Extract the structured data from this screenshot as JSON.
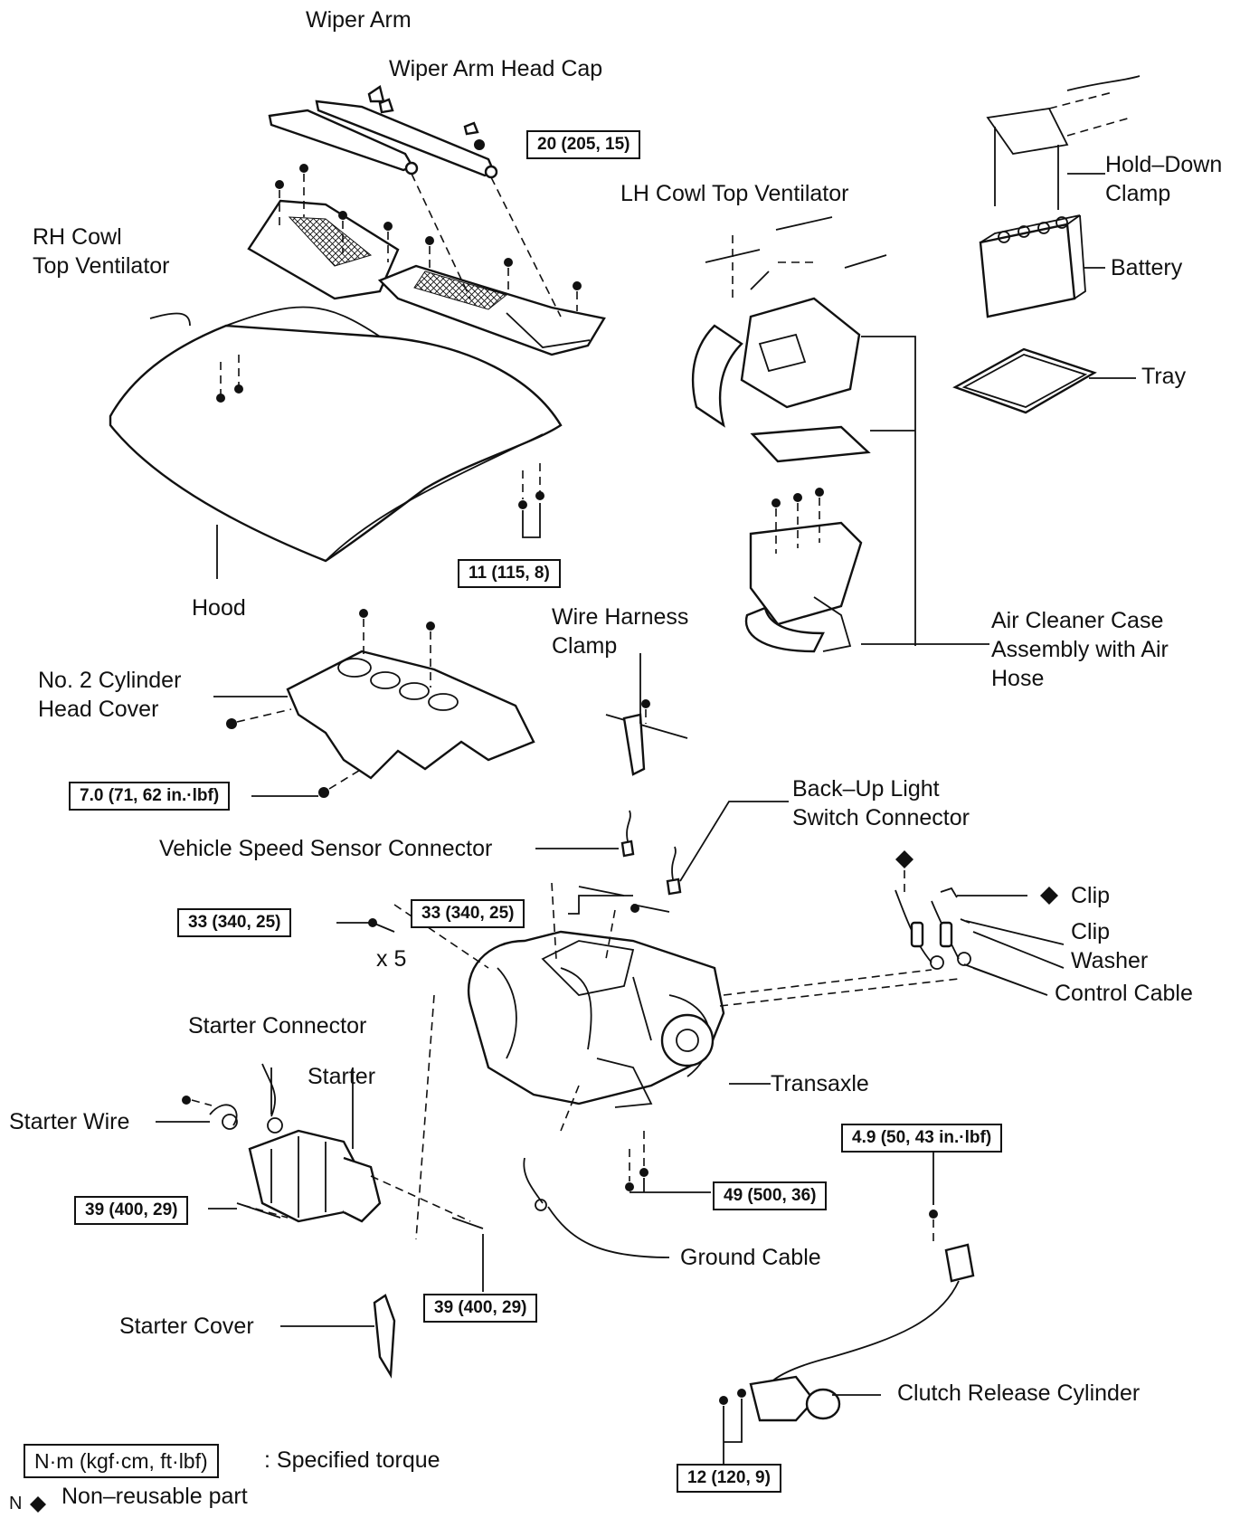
{
  "labels": {
    "wiper_arm": "Wiper Arm",
    "wiper_arm_head_cap": "Wiper Arm Head Cap",
    "lh_cowl": "LH Cowl Top Ventilator",
    "rh_cowl_1": "RH Cowl",
    "rh_cowl_2": "Top Ventilator",
    "hold_down_1": "Hold–Down",
    "hold_down_2": "Clamp",
    "battery": "Battery",
    "tray": "Tray",
    "hood": "Hood",
    "air_cleaner_1": "Air Cleaner Case",
    "air_cleaner_2": "Assembly with Air",
    "air_cleaner_3": "Hose",
    "wire_harness_1": "Wire Harness",
    "wire_harness_2": "Clamp",
    "cyl_head_cover_1": "No. 2 Cylinder",
    "cyl_head_cover_2": "Head Cover",
    "backup_1": "Back–Up Light",
    "backup_2": "Switch Connector",
    "vss_connector": "Vehicle Speed Sensor Connector",
    "clip_1": "Clip",
    "clip_2": "Clip",
    "washer": "Washer",
    "control_cable": "Control Cable",
    "x5": "x 5",
    "starter_connector": "Starter Connector",
    "starter": "Starter",
    "starter_wire": "Starter Wire",
    "transaxle": "Transaxle",
    "ground_cable": "Ground Cable",
    "starter_cover": "Starter Cover",
    "clutch_release": "Clutch Release Cylinder"
  },
  "torques": {
    "wiper": "20 (205, 15)",
    "hood": "11 (115, 8)",
    "cyl_cover": "7.0 (71, 62 in.·lbf)",
    "trans_bolts_a": "33 (340, 25)",
    "trans_bolts_b": "33 (340, 25)",
    "clutch_line": "4.9 (50, 43 in.·lbf)",
    "trans_mount": "49 (500, 36)",
    "starter_a": "39 (400, 29)",
    "starter_b": "39 (400, 29)",
    "clutch_cyl": "12 (120, 9)"
  },
  "legend": {
    "unit_box": "N·m (kgf·cm, ft·lbf)",
    "unit_text": ": Specified torque",
    "nonreuse_prefix": "N",
    "nonreuse_text": "Non–reusable part"
  }
}
